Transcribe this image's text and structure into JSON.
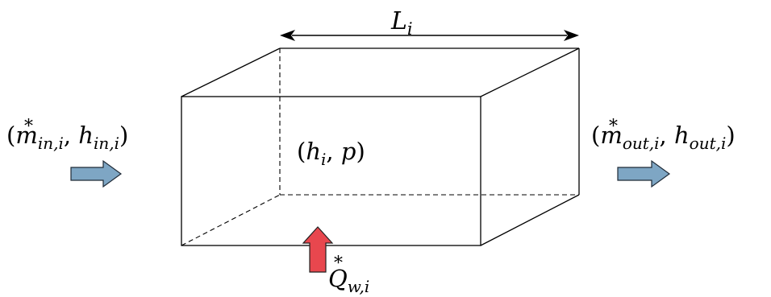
{
  "length_label": {
    "base": "L",
    "sub": "i"
  },
  "state_label": {
    "open": "(",
    "h": "h",
    "h_sub": "i",
    "sep": ", ",
    "p": "p",
    "close": ")"
  },
  "inlet_label": {
    "open": "(",
    "m": "m",
    "star": "*",
    "m_sub": "in,i",
    "sep": ", ",
    "h": "h",
    "h_sub": "in,i",
    "close": ")"
  },
  "outlet_label": {
    "open": "(",
    "m": "m",
    "star": "*",
    "m_sub": "out,i",
    "sep": ", ",
    "h": "h",
    "h_sub": "out,i",
    "close": ")"
  },
  "heat_label": {
    "q": "Q",
    "star": "*",
    "q_sub": "w,i"
  },
  "colors": {
    "flow_arrow_fill": "#7ea6c4",
    "heat_arrow_fill": "#e8474e",
    "outline": "#000000"
  }
}
